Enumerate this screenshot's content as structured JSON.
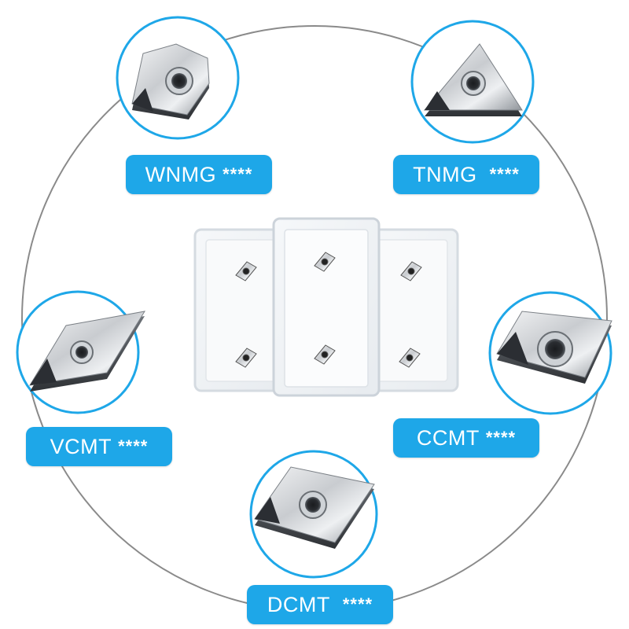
{
  "inserts": [
    {
      "code": "WNMG",
      "suffix": "****",
      "icon": "wnmg-trigon-insert-icon"
    },
    {
      "code": "TNMG",
      "suffix": "****",
      "icon": "tnmg-triangle-insert-icon"
    },
    {
      "code": "VCMT",
      "suffix": "****",
      "icon": "vcmt-35deg-rhombic-insert-icon"
    },
    {
      "code": "CCMT",
      "suffix": "****",
      "icon": "ccmt-80deg-rhombic-insert-icon"
    },
    {
      "code": "DCMT",
      "suffix": "****",
      "icon": "dcmt-55deg-rhombic-insert-icon"
    }
  ],
  "center_product": "three-transparent-insert-boxes",
  "colors": {
    "accent": "#1ea7e8",
    "ring": "#8a8a8a",
    "badge_border": "#1ea7e8"
  }
}
